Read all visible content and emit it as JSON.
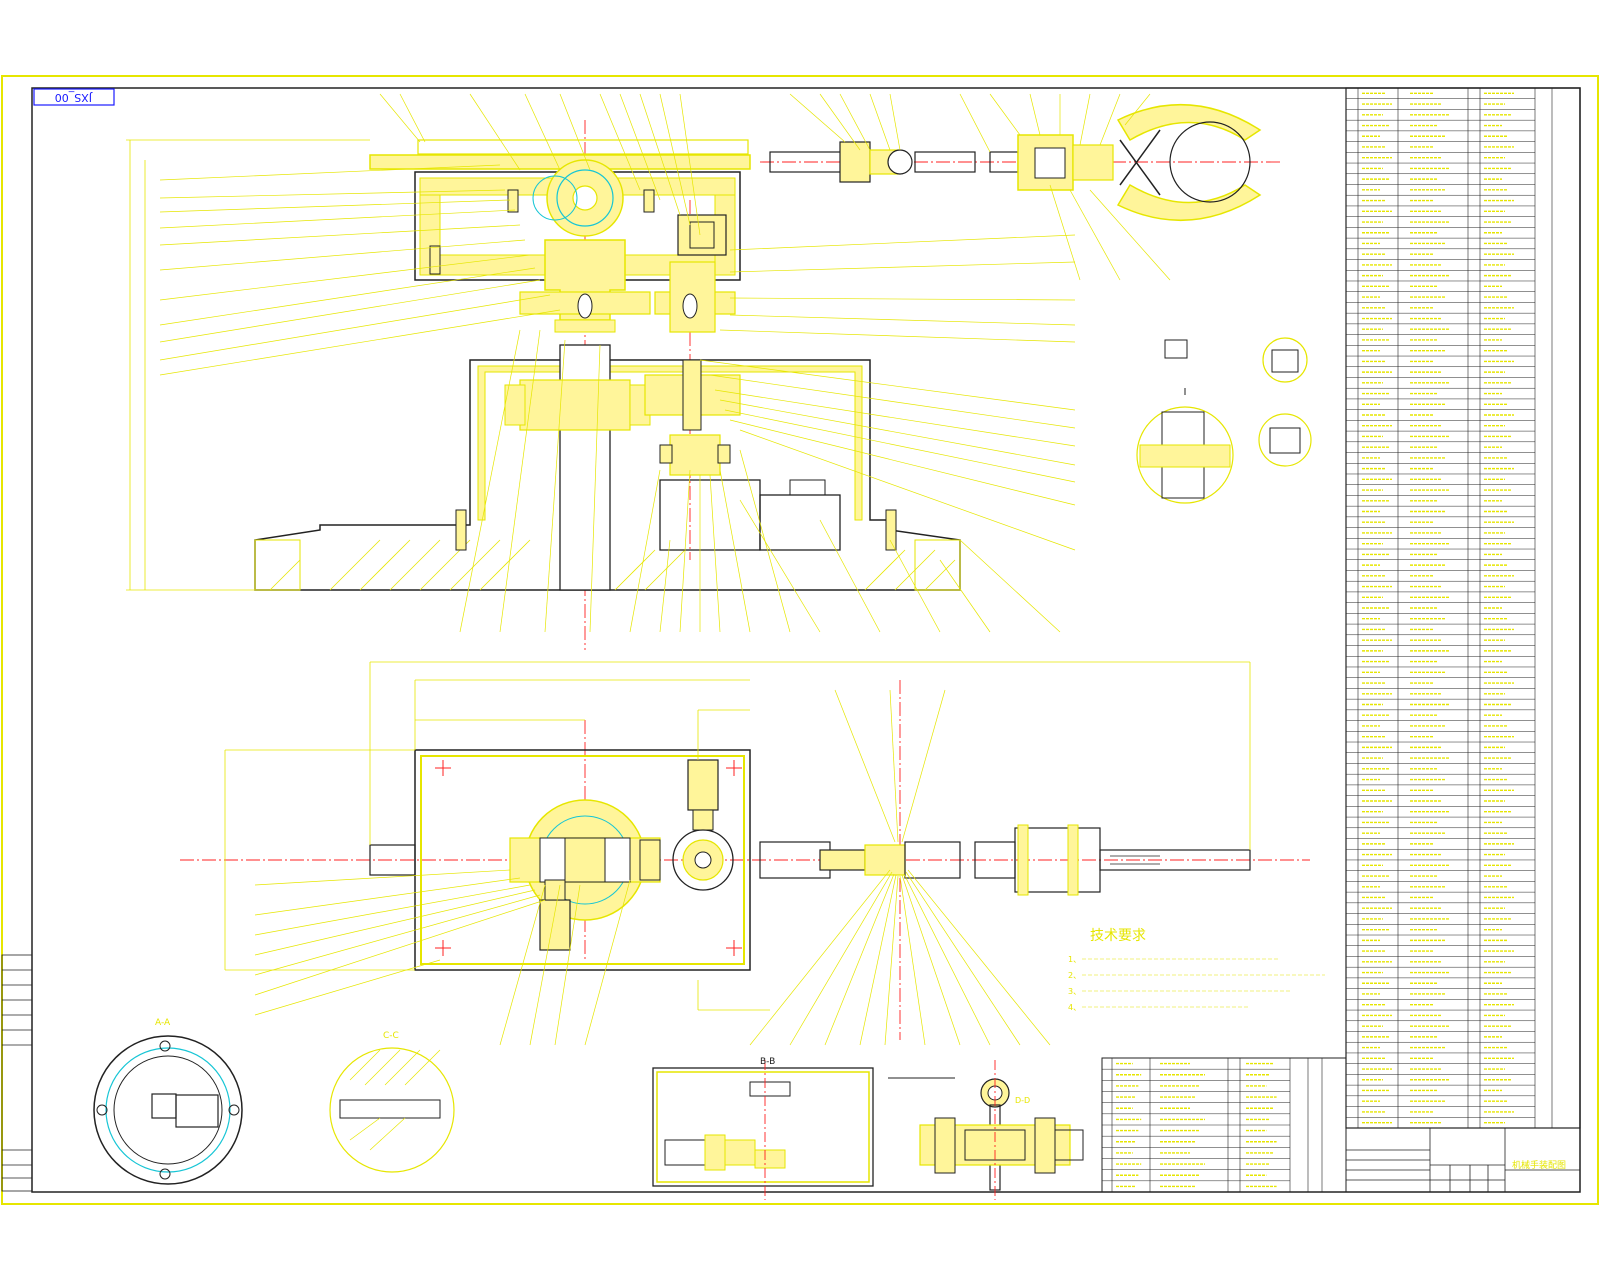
{
  "drawing_code": "JXS_00",
  "tech_requirements": {
    "heading": "技术要求",
    "items": [
      "1、",
      "2、",
      "3、",
      "4、"
    ]
  },
  "section_marks": {
    "top_section": "B-B",
    "aa": "A-A",
    "cc": "C-C",
    "dd": "D-D"
  },
  "title_block": {
    "name": "机械手装配图"
  },
  "colors": {
    "background": "#ffffff",
    "line": "#e6e600",
    "fill": "#fff59a",
    "center": "#ff2020",
    "dark": "#222222",
    "blue": "#1a1aff",
    "cyan": "#16c5d5"
  }
}
